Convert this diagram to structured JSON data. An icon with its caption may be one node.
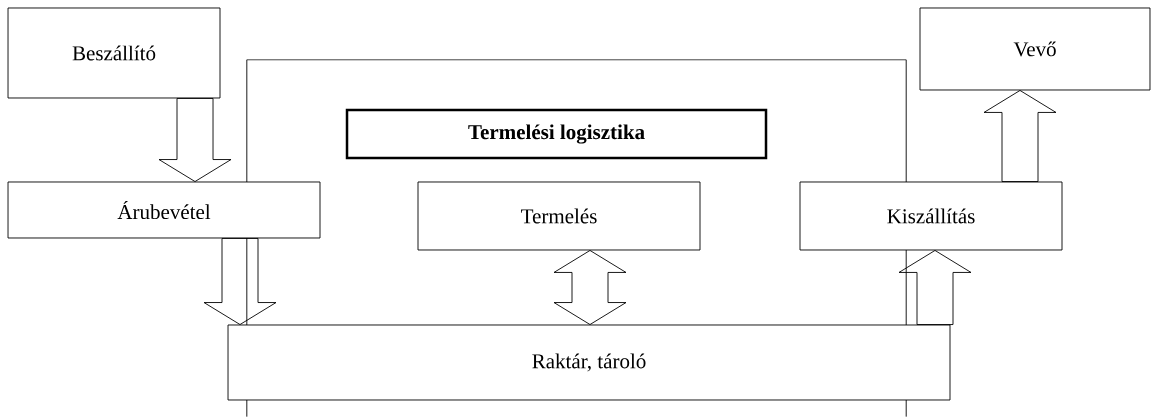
{
  "diagram": {
    "nodes": [
      {
        "text": [
          "Beszállító"
        ]
      },
      {
        "text": [],
        "shape": "box"
      },
      {
        "text": [
          "Termelési logisztika"
        ],
        "in": 1
      },
      {
        "text": [
          "Vevő"
        ]
      },
      {
        "text": [
          "Árubevétel"
        ]
      },
      {
        "text": [
          "Termelés"
        ],
        "in": 1
      },
      {
        "text": [
          "Kiszállítás"
        ]
      },
      {
        "text": [
          "Raktár, tároló"
        ]
      }
    ],
    "edges": [
      {
        "from": 0,
        "to": 4,
        "arrow": "to"
      },
      {
        "from": 4,
        "to": 7,
        "arrow": "to"
      },
      {
        "from": 5,
        "to": 7,
        "arrow": "both"
      },
      {
        "from": 7,
        "to": 6,
        "arrow": "to"
      },
      {
        "from": 6,
        "to": 3,
        "arrow": "to"
      }
    ]
  }
}
